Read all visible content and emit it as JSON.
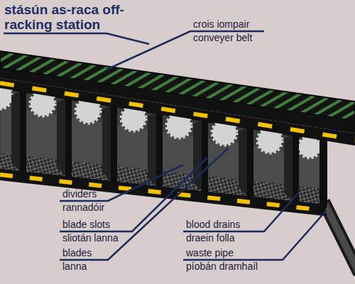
{
  "diagram": {
    "title": "stásún as-raca off-racking station",
    "labels": [
      "crois iompair",
      "conveyer belt",
      "dividers",
      "rannadóir",
      "blade slots",
      "sliotán lanna",
      "blades",
      "lanna",
      "blood drains",
      "draein folla",
      "waste pipe",
      "píobán dramhaíl"
    ]
  }
}
